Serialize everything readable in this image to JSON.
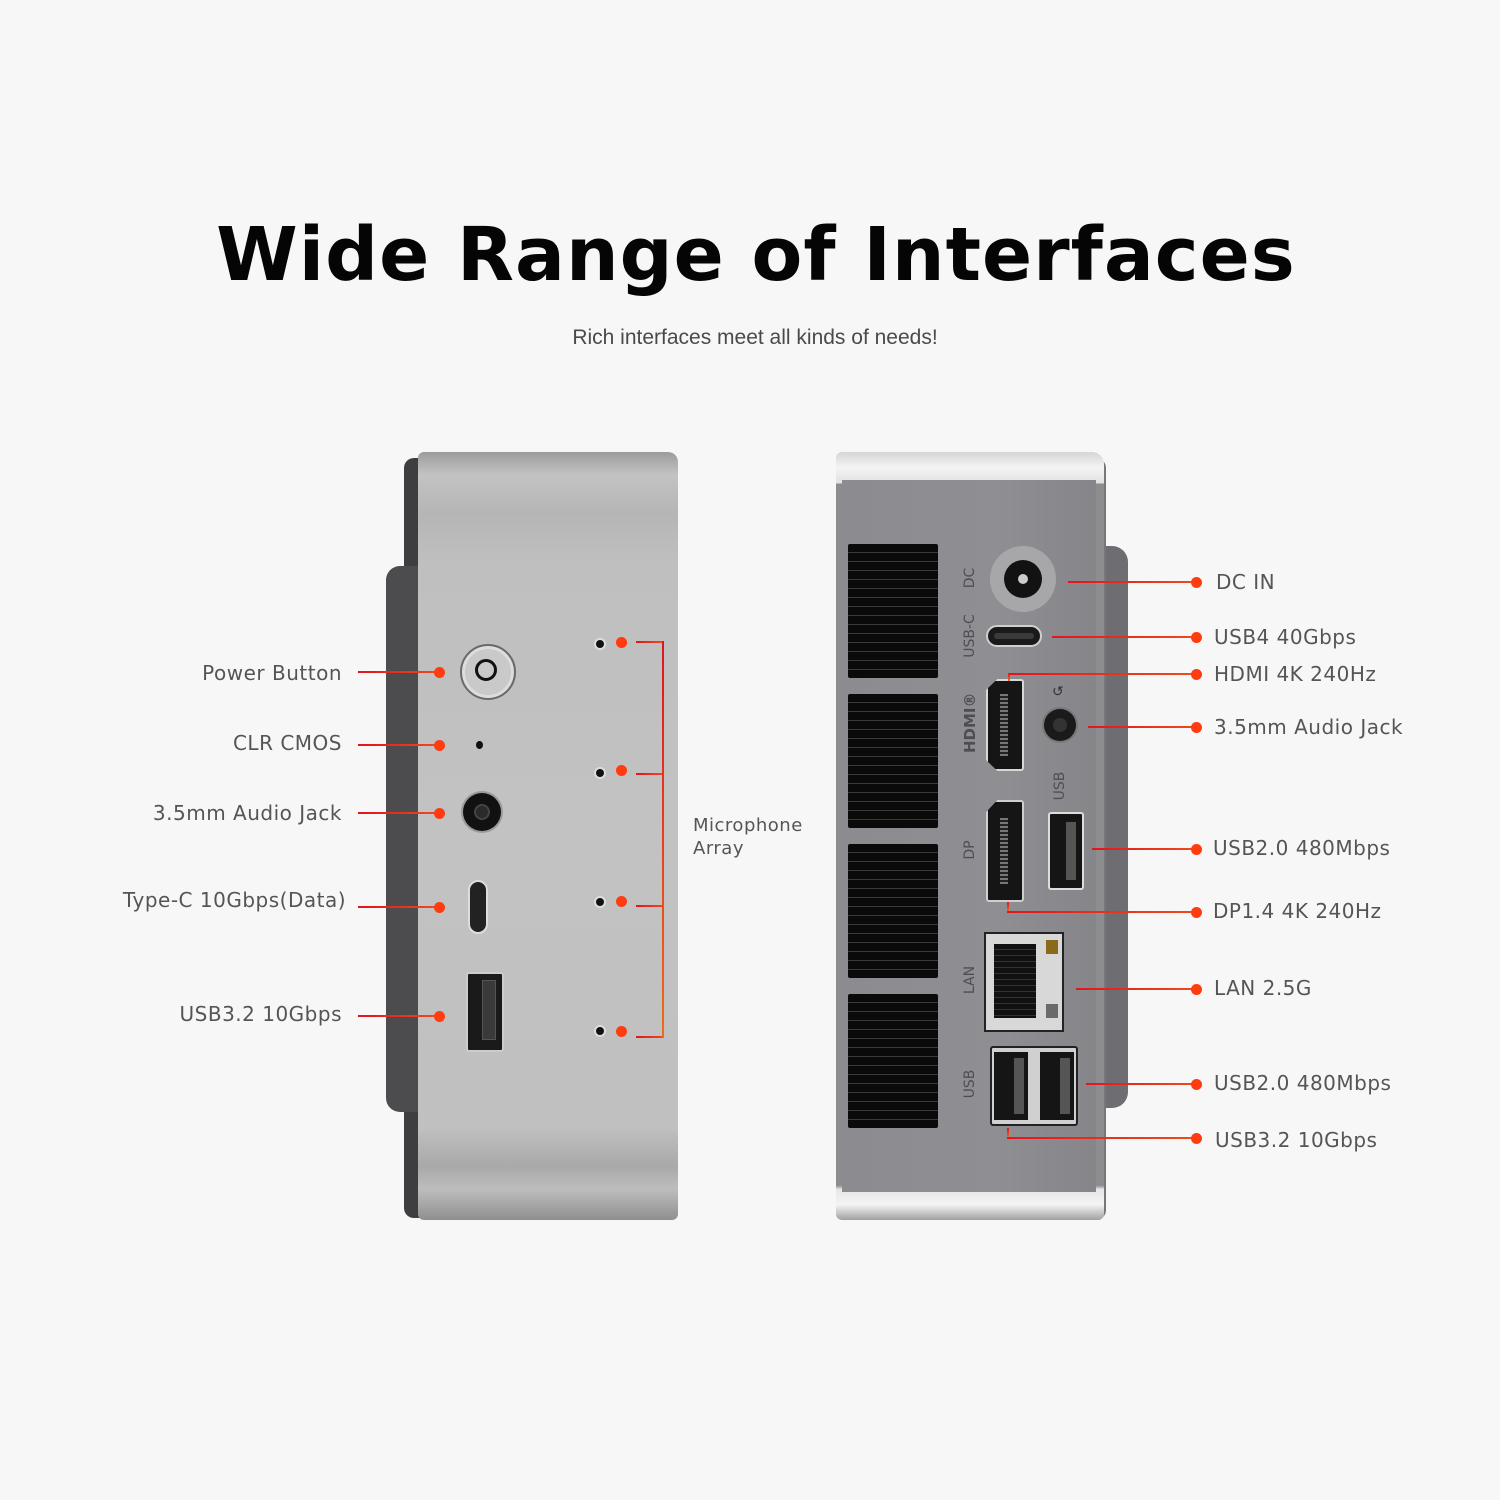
{
  "header": {
    "title": "Wide Range of Interfaces",
    "subtitle": "Rich interfaces meet all kinds of needs!"
  },
  "front_panel": {
    "labels": [
      {
        "id": "power-button",
        "text": "Power Button"
      },
      {
        "id": "clr-cmos",
        "text": "CLR CMOS"
      },
      {
        "id": "audio-jack-front",
        "text": "3.5mm Audio Jack"
      },
      {
        "id": "type-c-front",
        "text": "Type-C 10Gbps(Data)"
      },
      {
        "id": "usb32-front",
        "text": "USB3.2 10Gbps"
      }
    ],
    "microphone_label": {
      "line1": "Microphone",
      "line2": "Array"
    }
  },
  "rear_panel": {
    "port_silkscreen": {
      "dc": "DC",
      "usbc": "USB-C",
      "hdmi": "HDMI®",
      "usb_upper": "USB",
      "dp": "DP",
      "lan": "LAN",
      "usb_lower": "USB"
    },
    "labels": [
      {
        "id": "dc-in",
        "text": "DC IN"
      },
      {
        "id": "usb4",
        "text": "USB4 40Gbps"
      },
      {
        "id": "hdmi",
        "text": "HDMI 4K 240Hz"
      },
      {
        "id": "audio-jack-rear",
        "text": "3.5mm Audio Jack"
      },
      {
        "id": "usb20-upper",
        "text": "USB2.0 480Mbps"
      },
      {
        "id": "dp",
        "text": "DP1.4 4K 240Hz"
      },
      {
        "id": "lan",
        "text": "LAN 2.5G"
      },
      {
        "id": "usb20-lower",
        "text": "USB2.0 480Mbps"
      },
      {
        "id": "usb32-rear",
        "text": "USB3.2 10Gbps"
      }
    ]
  },
  "colors": {
    "background": "#f7f7f7",
    "accent_line": "#e0151f",
    "accent_dot": "#ff3c10",
    "label_text": "#555555",
    "title_text": "#050505"
  }
}
